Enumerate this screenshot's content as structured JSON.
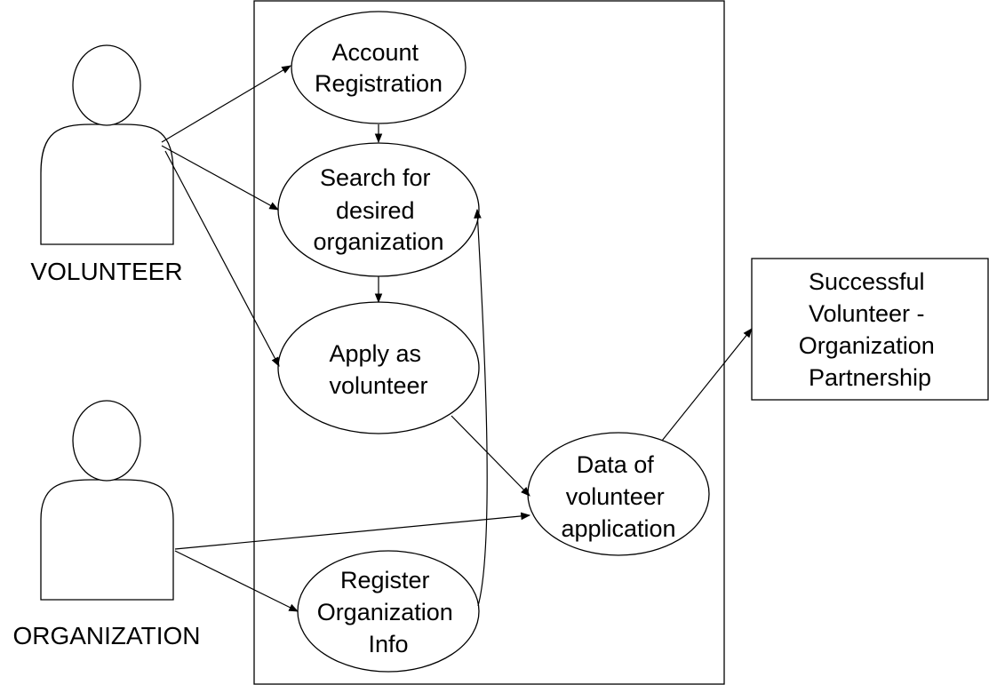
{
  "diagram": {
    "type": "use-case",
    "actors": {
      "volunteer": {
        "label": "VOLUNTEER"
      },
      "organization": {
        "label": "ORGANIZATION"
      }
    },
    "use_cases": {
      "account_registration": {
        "lines": [
          "Account",
          "Registration"
        ]
      },
      "search_organization": {
        "lines": [
          "Search for",
          "desired",
          "organization"
        ]
      },
      "apply_volunteer": {
        "lines": [
          "Apply as",
          "volunteer"
        ]
      },
      "register_org_info": {
        "lines": [
          "Register",
          "Organization",
          "Info"
        ]
      },
      "volunteer_application_data": {
        "lines": [
          "Data of",
          "volunteer",
          "application"
        ]
      }
    },
    "outcome": {
      "lines": [
        "Successful",
        "Volunteer -",
        "Organization",
        "Partnership"
      ]
    },
    "edges": [
      {
        "from": "volunteer",
        "to": "account_registration"
      },
      {
        "from": "volunteer",
        "to": "search_organization"
      },
      {
        "from": "volunteer",
        "to": "apply_volunteer"
      },
      {
        "from": "account_registration",
        "to": "search_organization"
      },
      {
        "from": "search_organization",
        "to": "apply_volunteer"
      },
      {
        "from": "apply_volunteer",
        "to": "volunteer_application_data"
      },
      {
        "from": "organization",
        "to": "volunteer_application_data"
      },
      {
        "from": "organization",
        "to": "register_org_info"
      },
      {
        "from": "register_org_info",
        "to": "search_organization"
      },
      {
        "from": "volunteer_application_data",
        "to": "outcome"
      }
    ]
  }
}
